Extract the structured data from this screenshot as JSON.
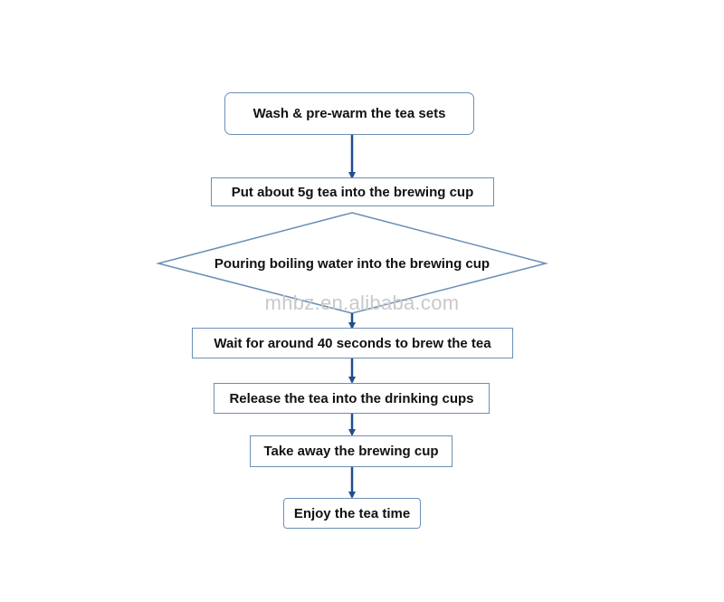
{
  "flowchart": {
    "steps": [
      "Wash & pre-warm the tea sets",
      "Put about 5g tea into the brewing cup",
      "Pouring boiling water into the brewing cup",
      "Wait for around 40 seconds to brew the tea",
      "Release the tea into the drinking cups",
      "Take away the brewing cup",
      "Enjoy the tea time"
    ]
  },
  "watermark": "mhbz.en.alibaba.com",
  "colors": {
    "box_border": "#6b8fb5",
    "arrow": "#1f4e8c",
    "watermark": "#c9c9c9"
  }
}
